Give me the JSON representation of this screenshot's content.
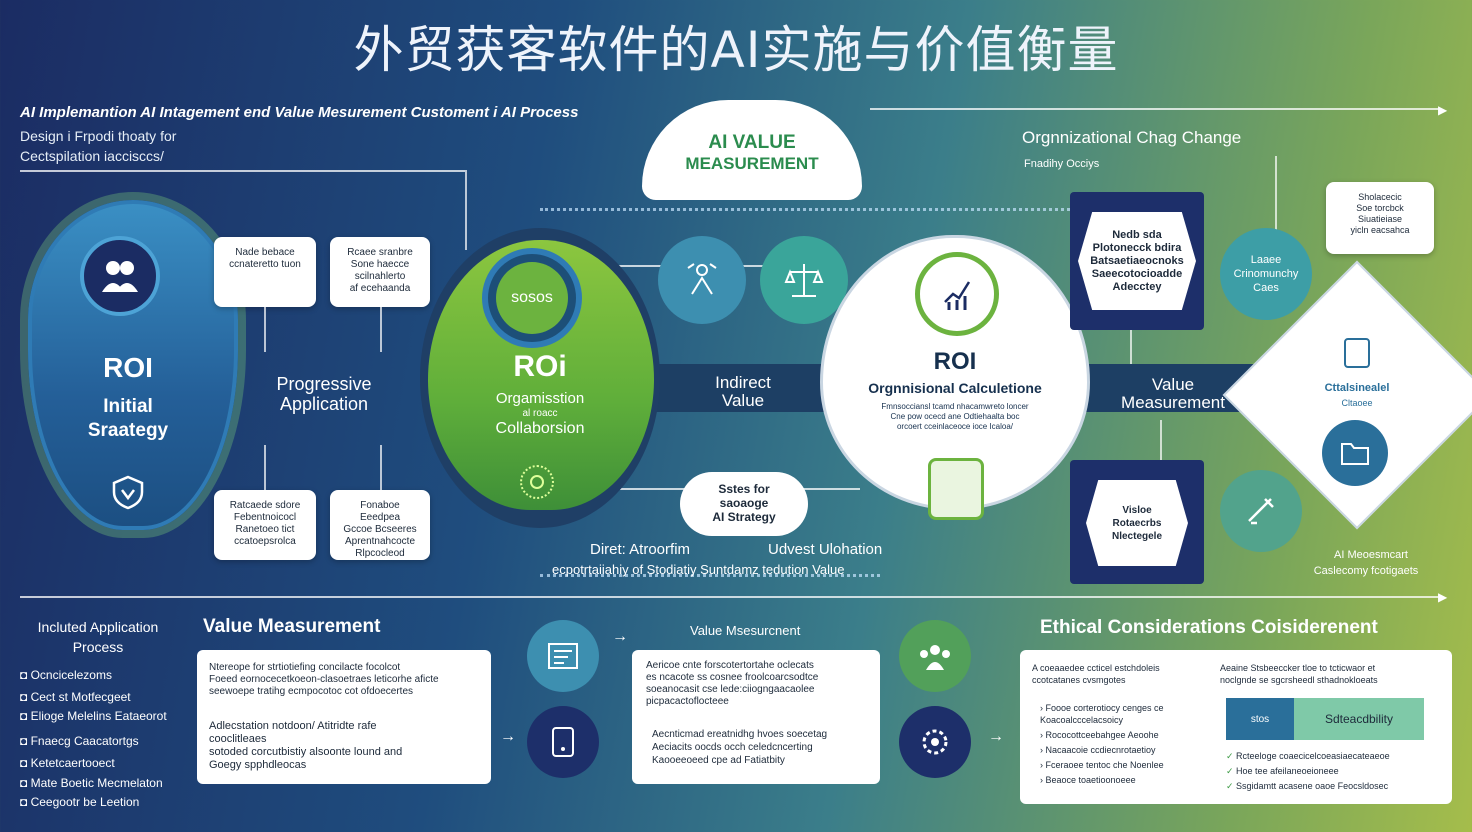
{
  "title": "外贸获客软件的AI实施与价值衡量",
  "subtitle": {
    "main": "AI Implemantion AI Intagement end Value Mesurement Customent i AI Process",
    "line1": "Design i Frpodi thoaty for",
    "line2": "Cectspilation iaccisccs/"
  },
  "left_shield": {
    "roi": "ROI",
    "initial": "Initial",
    "strategy": "Sraategy"
  },
  "left_cards": {
    "top1": "Nade bebace\nccnateretto tuon",
    "top2": "Rcaee sranbre\nSone haecce\nscilnahlerto\naf ecehaanda",
    "bottom1": "Ratcaede sdore\nFebentnoicocl\nRanetoeo tict\nccatoepsrolca",
    "bottom2": "Fonaboe Eeedpea\nGccoe Bcseeres\nAprentnahcocte\nRlpcocleod"
  },
  "progressive_application": "Progressive\nApplication",
  "center": {
    "badge": "sosos",
    "roi": "ROi",
    "org": "Orgamisstion",
    "org_sub": "al roacc",
    "collab": "Collaborsion"
  },
  "cloud": {
    "line1": "AI VALUE",
    "line2": "MEASUREMENT"
  },
  "indirect_value": "Indirect\nValue",
  "value_measurement_band": "Value\nMeasurement",
  "roi_white": {
    "roi": "ROI",
    "title": "Orgnnisional Calculetione",
    "desc": "Fmnsocciansl tcamd nhacamwreto loncer\nCne pow ocecd ane Odtiehaalta boc\norcoert cceinlaceoce ioce Icaloa/"
  },
  "strategy_bubble": "Sstes for\nsaoaoge\nAI Strategy",
  "direct_lines": {
    "line1": "Diret: Atroorfim",
    "line1b": "Udvest Ulohation",
    "line2": "ecpotrtaiiahiy of Stodiatiy Suntdamz tedution Value"
  },
  "org_change": {
    "title": "Orgnnizational Chag Change",
    "sub": "Fnadihy Occiys"
  },
  "hex_top": "Nedb sda\nPlotonecck bdira\nBatsaetiaeocnoks\nSaeecotocioadde\nAdecctey",
  "right_card_top": "Sholacecic\nSoe torcbck\nSiuatieiase\nyicln eacsahca",
  "teal_bubble": "Laaee\nCrinomunchy\nCaes",
  "diamond_text": {
    "title": "Cttalsinealel",
    "sub": "Cltaoee"
  },
  "hex_bottom": "Visloe\nRotaecrbs\nNlectegele",
  "ai_measurement": {
    "line1": "AI Meoesmcart",
    "line2": "Caslecomy fcotigaets"
  },
  "bottom_left": {
    "header": "Incluted Application\nProcess",
    "items": [
      "Ocncicelezoms",
      "Cect st Motfecgeet",
      "Elioge Melelins Eataeorot",
      "Fnaecg Caacatortgs",
      "Ketetcaertooect",
      "Mate Boetic Mecmelaton",
      "Ceegootr be Leetion"
    ]
  },
  "value_measurement_section": {
    "header": "Value Measurement",
    "card_p1": "Ntereope for strtiotiefing concilacte focolcot\nFoeed eornocecetkoeon-clasoetraes leticorhe aficte\nseewoepe tratihg ecmpocotoc cot ofdoecertes",
    "card_p2": "Adlecstation notdoon/ Atitridte rafe\ncooclitleaes\nsotoded corcutbistiy alsoonte lound and\nGoegy spphdleocas"
  },
  "value_measurement_2": {
    "header": "Value Msesurcnent",
    "card_p1": "Aericoe cnte forscotertortahe oclecats\nes ncacote ss cosnee froolcoarcsodtce\nsoeanocasit cse lede:ciiogngaacaolee\npicpacactoflocteee",
    "card_p2": "Aecnticmad ereatnidhg hvoes soecetag\nAeciacits oocds occh celedcncerting\nKaooeeoeed cpe ad Fatiatbity"
  },
  "ethical": {
    "header": "Ethical Considerations Coisiderenent",
    "col1_title": "A coeaaedee ccticel estchdoleis\nccotcatanes cvsmgotes",
    "col1_items": [
      "Foooe corterotiocy cenges ce\nKoacoalcccelacsoicy",
      "Rococottceebahgee Aeoohe",
      "Nacaacoie ccdiecnrotaetioy",
      "Fceraoee tentoc che Noenlee",
      "Beaoce toaetioonoeee"
    ],
    "col2_title": "Aeaine Stsbeeccker tloe to tcticwaor et\nnoclgnde se sgcrsheedl sthadnokloeats",
    "bar_left": "stos",
    "bar_right": "Sdteacdbility",
    "col2_items": [
      "Rcteeloge coaecicelcoeasiaecateaeoe",
      "Hoe tee afeilaneoeioneee",
      "Ssgidamtt acasene oaoe Feocsldosec"
    ]
  },
  "colors": {
    "navy": "#1b2c63",
    "green": "#5fae3a",
    "teal": "#3d9ea6",
    "dark_panel": "#1d2f6a"
  }
}
